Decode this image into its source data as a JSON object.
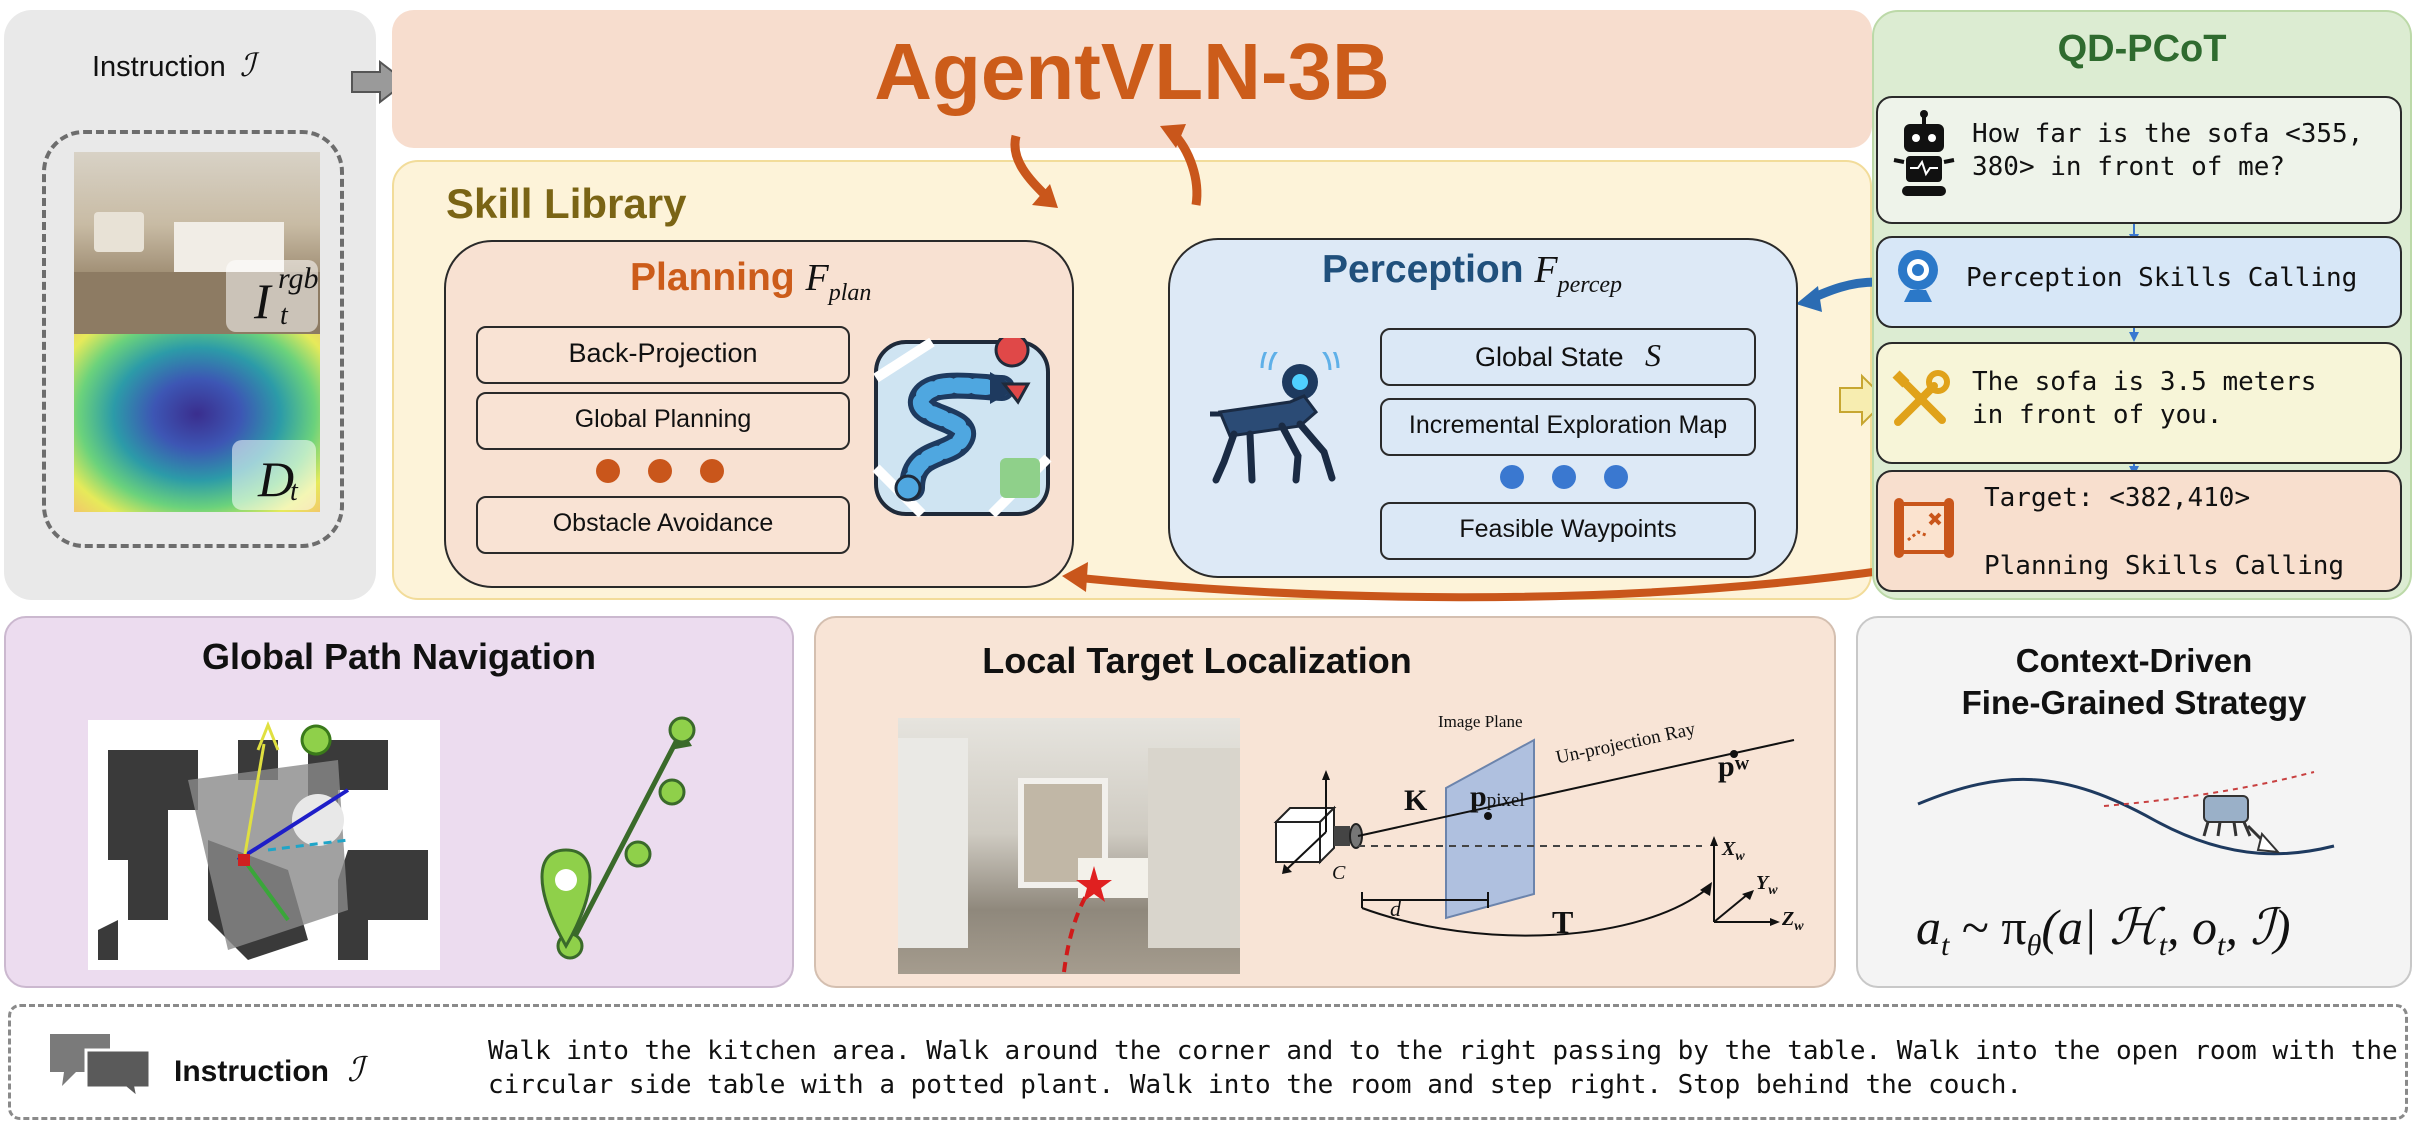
{
  "header": {
    "title": "AgentVLN-3B"
  },
  "input_panel": {
    "instruction_label": "Instruction",
    "rgb_label": "I",
    "rgb_sup": "rgb",
    "rgb_sub": "t",
    "depth_label": "D",
    "depth_sub": "t"
  },
  "skill_library": {
    "title": "Skill Library",
    "planning": {
      "title": "Planning",
      "symbol": "F",
      "sub": "plan",
      "items": [
        "Back-Projection",
        "Global Planning",
        "Obstacle Avoidance"
      ]
    },
    "perception": {
      "title": "Perception",
      "symbol": "F",
      "sub": "percep",
      "items": [
        "Global State",
        "Incremental Exploration Map",
        "Feasible Waypoints"
      ],
      "state_symbol": "S"
    }
  },
  "qd_pcot": {
    "title": "QD-PCoT",
    "question": "How far is the sofa <355,\n380> in front of me?",
    "calling_perception": "Perception Skills Calling",
    "answer": "The sofa is 3.5 meters\nin front of you.",
    "target": "Target: <382,410>",
    "calling_planning": "Planning Skills Calling"
  },
  "global_path": {
    "title": "Global Path Navigation"
  },
  "local_target": {
    "title": "Local Target Localization",
    "image_plane": "Image Plane",
    "ray": "Un-projection Ray",
    "K": "K",
    "T": "T",
    "d": "d",
    "C": "C",
    "p_pixel": "p",
    "p_pixel_sub": "pixel",
    "p_w": "p",
    "p_w_sup": "w",
    "axes": {
      "x": "X",
      "y": "Y",
      "z": "Z",
      "sub": "w"
    }
  },
  "context": {
    "title_line1": "Context-Driven",
    "title_line2": "Fine-Grained Strategy",
    "formula_a": "a",
    "formula_t": "t",
    "formula_rest": "~ π",
    "formula_theta": "θ",
    "formula_args": "(a| ℋ",
    "formula_o": ", o",
    "formula_i": ", ℐ)"
  },
  "footer": {
    "label": "Instruction",
    "text_line1": "Walk into the kitchen area. Walk around the corner and to the right passing by the table. Walk into the open room with the",
    "text_line2": "circular side table with a potted plant. Walk into the room and step right. Stop behind the couch."
  },
  "colors": {
    "orange": "#cc5c1a",
    "blue_title": "#20507c",
    "olive": "#7a6415",
    "green_title": "#2f6b2f",
    "dot_orange": "#c9561b",
    "dot_blue": "#3a78d0"
  }
}
